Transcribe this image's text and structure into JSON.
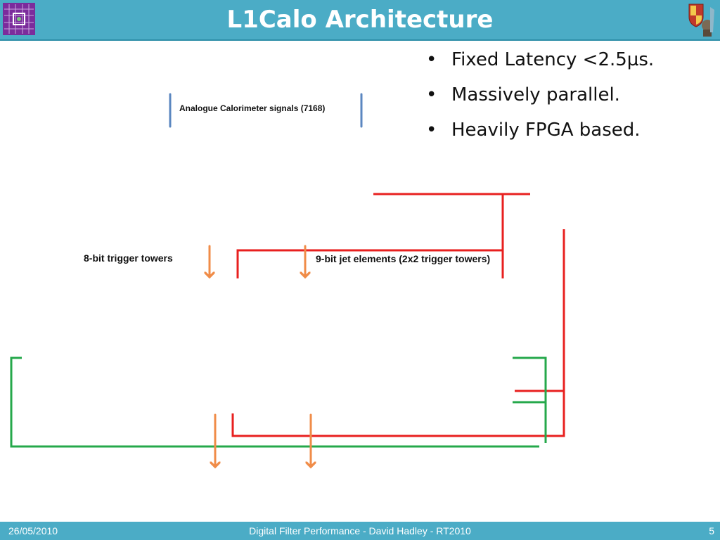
{
  "header": {
    "title": "L1Calo Architecture"
  },
  "bullets": [
    {
      "text": "Fixed Latency <2.5µs."
    },
    {
      "text": "Massively parallel."
    },
    {
      "text": "Heavily FPGA based."
    }
  ],
  "bullet_glyph": "•",
  "diagram": {
    "analogue_label": "Analogue Calorimeter signals (7168)",
    "trigger_towers_label": "8-bit trigger towers",
    "jet_elements_label": "9-bit jet elements (2x2 trigger towers)"
  },
  "footer": {
    "date": "26/05/2010",
    "center": "Digital Filter Performance  - David Hadley - RT2010",
    "page": "5"
  },
  "colors": {
    "header": "#4bacc6",
    "red_line": "#e8201f",
    "green_line": "#25a84b",
    "orange_arrow": "#f08c48",
    "blue_bar": "#5b87c0"
  },
  "icons": [
    "grid-logo-icon",
    "university-crest-icon"
  ]
}
